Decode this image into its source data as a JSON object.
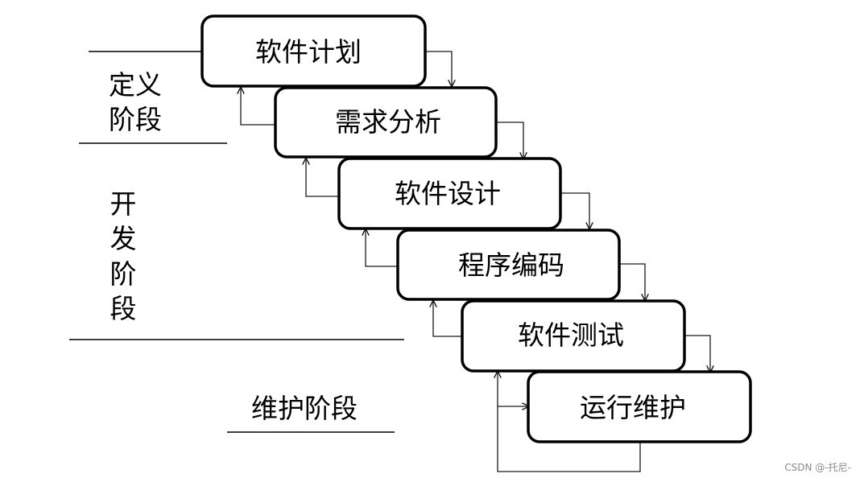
{
  "diagram": {
    "stages": [
      {
        "id": "plan",
        "label": "软件计划"
      },
      {
        "id": "req",
        "label": "需求分析"
      },
      {
        "id": "design",
        "label": "软件设计"
      },
      {
        "id": "code",
        "label": "程序编码"
      },
      {
        "id": "test",
        "label": "软件测试"
      },
      {
        "id": "maint",
        "label": "运行维护"
      }
    ],
    "phases": {
      "definition": [
        "定义",
        "阶段"
      ],
      "development": [
        "开",
        "发",
        "阶",
        "段"
      ],
      "maintenance": "维护阶段"
    }
  },
  "watermark": "CSDN @-托尼-",
  "colors": {
    "stroke": "#000000",
    "background": "#ffffff"
  }
}
